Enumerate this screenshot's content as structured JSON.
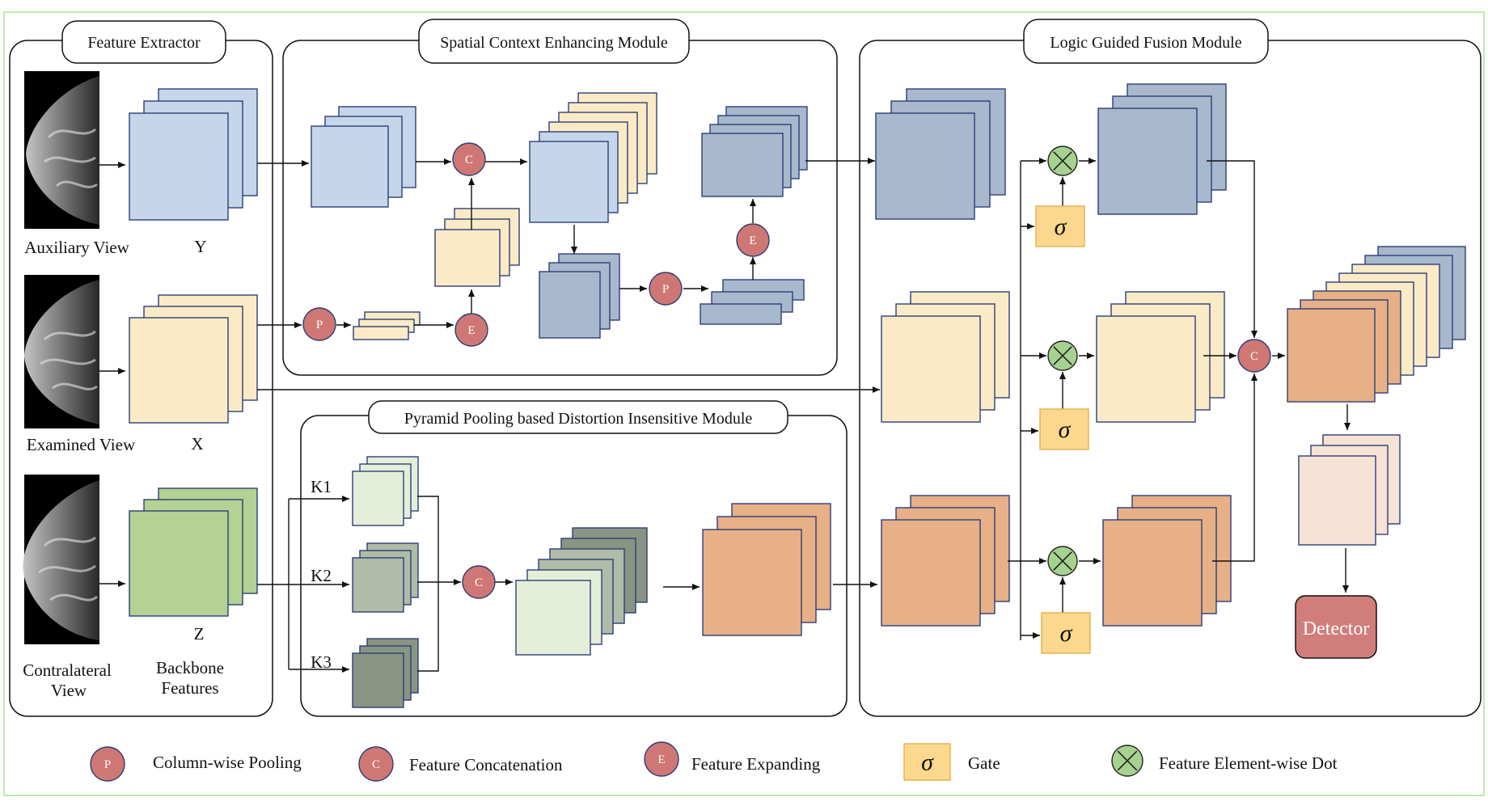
{
  "colors": {
    "blue": "#c5d6eb",
    "cream": "#faebc6",
    "green": "#b3d293",
    "dark_blue": "#a8b8cd",
    "light_green": "#e4efd9",
    "sage": "#b0bba8",
    "gray_green": "#8a9483",
    "orange": "#e8b087",
    "peach": "#f6e3d5",
    "op_red": "#cf7774",
    "gate_yellow": "#fbd88e",
    "dot_green": "#a6d28f",
    "detector_red": "#d07d7b",
    "frame_green": "#9fe58f"
  },
  "modules": {
    "feature_extractor": "Feature Extractor",
    "spatial_context": "Spatial Context Enhancing Module",
    "logic_guided": "Logic Guided Fusion Module",
    "pyramid_pooling": "Pyramid Pooling based Distortion Insensitive Module"
  },
  "views": {
    "auxiliary": "Auxiliary View",
    "examined": "Examined View",
    "contralateral_line1": "Contralateral",
    "contralateral_line2": "View"
  },
  "features": {
    "y": "Y",
    "x": "X",
    "z": "Z",
    "backbone_line1": "Backbone",
    "backbone_line2": "Features"
  },
  "kernels": [
    "K1",
    "K2",
    "K3"
  ],
  "ops": {
    "pooling": "P",
    "concat": "C",
    "expand": "E",
    "gate": "σ"
  },
  "detector": "Detector",
  "legend": {
    "pooling": "Column-wise Pooling",
    "concat": "Feature Concatenation",
    "expand": "Feature Expanding",
    "gate": "Gate",
    "dot": "Feature Element-wise Dot"
  }
}
